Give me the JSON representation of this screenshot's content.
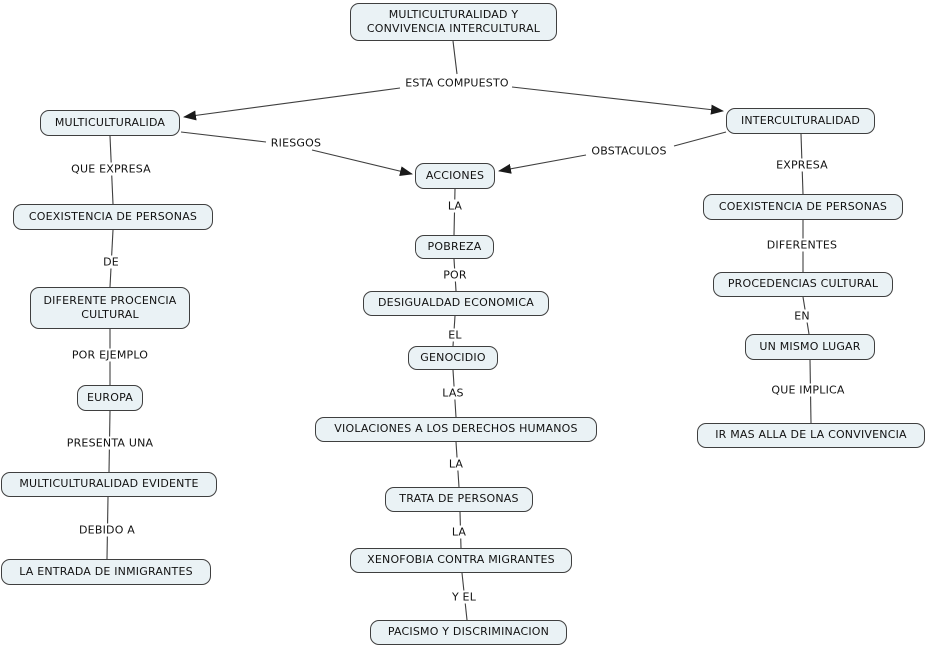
{
  "diagram": {
    "type": "concept-map",
    "background_color": "#ffffff",
    "node_fill_color": "#eaf2f5",
    "node_border_color": "#3f3f3f",
    "line_color": "#3f3f3f",
    "arrow_color": "#1a1a1a",
    "text_color": "#121212"
  },
  "nodes": {
    "root": {
      "label": "MULTICULTURALIDAD Y CONVIVENCIA INTERCULTURAL"
    },
    "multiculturalida": {
      "label": "MULTICULTURALIDA"
    },
    "interculturalidad": {
      "label": "INTERCULTURALIDAD"
    },
    "acciones": {
      "label": "ACCIONES"
    },
    "coexistencia_izq": {
      "label": "COEXISTENCIA DE PERSONAS"
    },
    "diferente_procencia": {
      "label": "DIFERENTE PROCENCIA CULTURAL"
    },
    "europa": {
      "label": "EUROPA"
    },
    "multiculturalidad_evidente": {
      "label": "MULTICULTURALIDAD EVIDENTE"
    },
    "entrada_inmigrantes": {
      "label": "LA ENTRADA DE INMIGRANTES"
    },
    "pobreza": {
      "label": "POBREZA"
    },
    "desigualdad_economica": {
      "label": "DESIGUALDAD ECONOMICA"
    },
    "genocidio": {
      "label": "GENOCIDIO"
    },
    "violaciones_ddhh": {
      "label": "VIOLACIONES A LOS DERECHOS HUMANOS"
    },
    "trata_personas": {
      "label": "TRATA DE PERSONAS"
    },
    "xenofobia": {
      "label": "XENOFOBIA CONTRA MIGRANTES"
    },
    "pacismo": {
      "label": "PACISMO Y DISCRIMINACION"
    },
    "coexistencia_der": {
      "label": "COEXISTENCIA DE PERSONAS"
    },
    "procedencias_cultural": {
      "label": "PROCEDENCIAS CULTURAL"
    },
    "mismo_lugar": {
      "label": "UN MISMO LUGAR"
    },
    "ir_mas_alla": {
      "label": "IR MAS ALLA DE LA CONVIVENCIA"
    }
  },
  "links": {
    "esta_compuesto": {
      "label": "ESTA COMPUESTO"
    },
    "riesgos": {
      "label": "RIESGOS"
    },
    "obstaculos": {
      "label": "OBSTACULOS"
    },
    "que_expresa": {
      "label": "QUE EXPRESA"
    },
    "de": {
      "label": "DE"
    },
    "por_ejemplo": {
      "label": "POR EJEMPLO"
    },
    "presenta_una": {
      "label": "PRESENTA UNA"
    },
    "debido_a": {
      "label": "DEBIDO A"
    },
    "la1": {
      "label": "LA"
    },
    "por": {
      "label": "POR"
    },
    "el": {
      "label": "EL"
    },
    "las": {
      "label": "LAS"
    },
    "la2": {
      "label": "LA"
    },
    "la3": {
      "label": "LA"
    },
    "y_el": {
      "label": "Y EL"
    },
    "expresa": {
      "label": "EXPRESA"
    },
    "diferentes": {
      "label": "DIFERENTES"
    },
    "en": {
      "label": "EN"
    },
    "que_implica": {
      "label": "QUE IMPLICA"
    }
  }
}
